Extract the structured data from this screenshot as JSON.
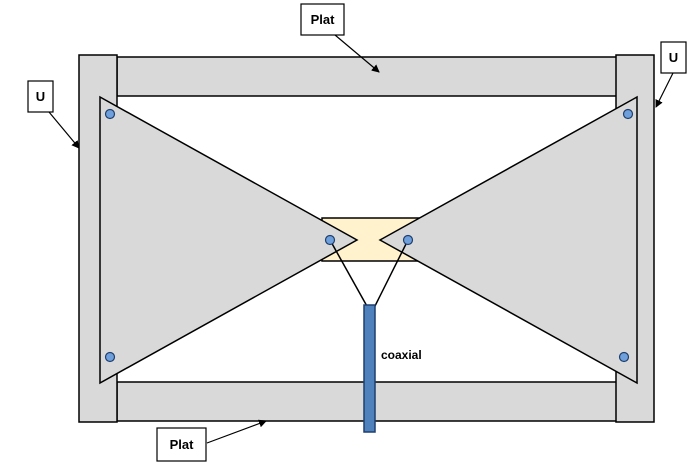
{
  "labels": {
    "plat_top": "Plat",
    "plat_bottom": "Plat",
    "u_left": "U",
    "u_right": "U",
    "coaxial": "coaxial"
  },
  "colors": {
    "frame": "#d9d9d9",
    "outline": "#000000",
    "feed_gap": "#fff2cc",
    "coax": "#4f81bd",
    "bolt": "#6fa0dc"
  }
}
